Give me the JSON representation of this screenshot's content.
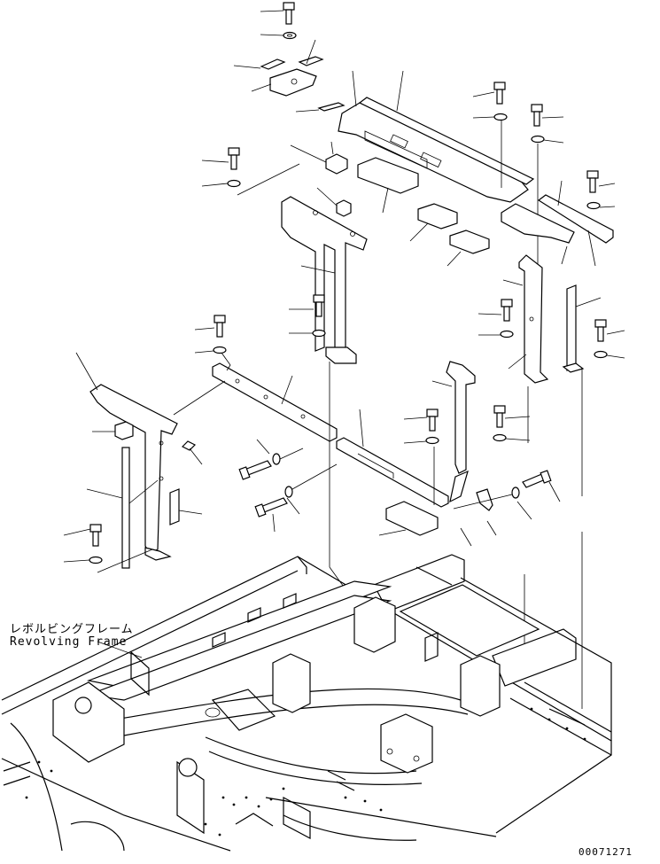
{
  "labels": {
    "jp": "レボルビングフレーム",
    "en": "Revolving Frame",
    "ref": "00071271"
  },
  "colors": {
    "ink": "#000000",
    "paper": "#ffffff"
  }
}
